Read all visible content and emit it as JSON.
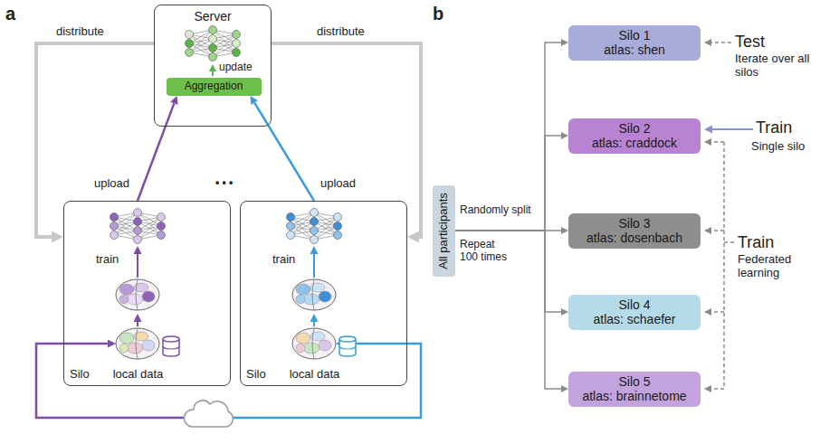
{
  "diagram": {
    "nodes": [
      {
        "text": [
          "Server"
        ]
      },
      {
        "text": [
          "Aggregation"
        ],
        "in": 0
      },
      {
        "text": [
          "Silo",
          "local data"
        ]
      },
      {
        "text": [
          "Silo",
          "local data"
        ]
      },
      {
        "text": [
          "All participants"
        ]
      },
      {
        "text": [
          "Silo 1",
          "atlas: shen"
        ]
      },
      {
        "text": [
          "Silo 2",
          "atlas: craddock"
        ]
      },
      {
        "text": [
          "Silo 3",
          "atlas: dosenbach"
        ]
      },
      {
        "text": [
          "Silo 4",
          "atlas: schaefer"
        ]
      },
      {
        "text": [
          "Silo 5",
          "atlas: brainnetome"
        ]
      }
    ],
    "edges": [
      {
        "from": 0,
        "to": 2,
        "arrow": "to",
        "label": "distribute"
      },
      {
        "from": 0,
        "to": 3,
        "arrow": "to",
        "label": "distribute"
      },
      {
        "from": 2,
        "to": 1,
        "arrow": "to",
        "label": "upload"
      },
      {
        "from": 3,
        "to": 1,
        "arrow": "to",
        "label": "upload"
      },
      {
        "from": 4,
        "to": 5,
        "arrow": "to"
      },
      {
        "from": 4,
        "to": 6,
        "arrow": "to"
      },
      {
        "from": 4,
        "to": 7,
        "arrow": "to"
      },
      {
        "from": 4,
        "to": 8,
        "arrow": "to"
      },
      {
        "from": 4,
        "to": 9,
        "arrow": "to"
      }
    ],
    "labels": [
      "a",
      "update",
      "train",
      "train",
      "• • •",
      "b",
      "Randomly split",
      "Repeat 100 times",
      "Test",
      "Iterate over all silos",
      "Train",
      "Single silo",
      "Train",
      "Federated learning"
    ]
  }
}
